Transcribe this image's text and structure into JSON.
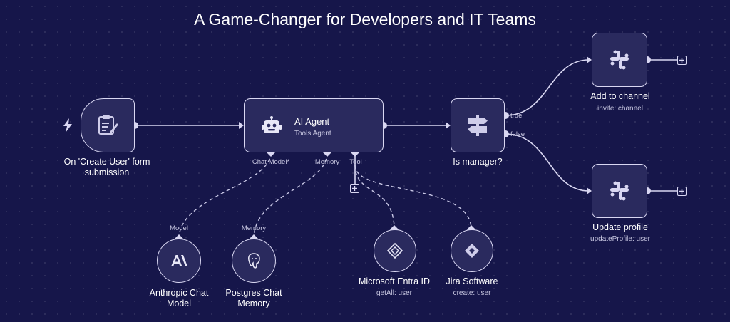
{
  "title": "A Game-Changer for Developers and IT Teams",
  "nodes": {
    "trigger": {
      "label": "On 'Create User' form submission",
      "icon": "form-icon",
      "trigger_icon": "lightning-icon"
    },
    "agent": {
      "title": "AI Agent",
      "subtitle": "Tools Agent",
      "icon": "robot-icon",
      "ports": {
        "chat_model": "Chat Model*",
        "memory": "Memory",
        "tool": "Tool"
      }
    },
    "switch": {
      "label": "Is manager?",
      "icon": "signpost-icon",
      "out_true": "true",
      "out_false": "false"
    },
    "add_channel": {
      "label": "Add to channel",
      "sub": "invite: channel",
      "icon": "slack-icon"
    },
    "update_profile": {
      "label": "Update profile",
      "sub": "updateProfile: user",
      "icon": "slack-icon"
    },
    "anthropic": {
      "port": "Model",
      "label": "Anthropic Chat Model",
      "icon": "anthropic-icon"
    },
    "postgres": {
      "port": "Memory",
      "label": "Postgres Chat Memory",
      "icon": "postgres-icon"
    },
    "entra": {
      "label": "Microsoft Entra ID",
      "sub": "getAll: user",
      "icon": "entra-icon"
    },
    "jira": {
      "label": "Jira Software",
      "sub": "create: user",
      "icon": "jira-icon"
    }
  },
  "colors": {
    "background": "#16164a",
    "node_fill": "#2a2a5e",
    "stroke": "#d9d7f2"
  }
}
